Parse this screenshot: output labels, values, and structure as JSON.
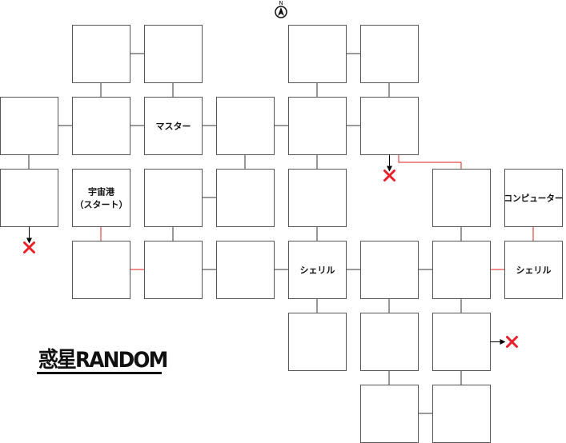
{
  "title": "惑星RANDOM",
  "compass": {
    "label": "N",
    "icon": "compass-north-icon"
  },
  "rooms": [
    {
      "id": "r1",
      "label": ""
    },
    {
      "id": "r2",
      "label": ""
    },
    {
      "id": "r3",
      "label": ""
    },
    {
      "id": "r4",
      "label": ""
    },
    {
      "id": "r5",
      "label": ""
    },
    {
      "id": "r6",
      "label": ""
    },
    {
      "id": "r7",
      "label": "マスター"
    },
    {
      "id": "r8",
      "label": ""
    },
    {
      "id": "r9",
      "label": ""
    },
    {
      "id": "r10",
      "label": ""
    },
    {
      "id": "r11",
      "label": ""
    },
    {
      "id": "r12",
      "label": "宇宙港\n（スタート）"
    },
    {
      "id": "r13",
      "label": ""
    },
    {
      "id": "r14",
      "label": ""
    },
    {
      "id": "r15",
      "label": ""
    },
    {
      "id": "r16",
      "label": ""
    },
    {
      "id": "r17",
      "label": "コンピューター"
    },
    {
      "id": "r18",
      "label": ""
    },
    {
      "id": "r19",
      "label": ""
    },
    {
      "id": "r20",
      "label": ""
    },
    {
      "id": "r21",
      "label": "シェリル"
    },
    {
      "id": "r22",
      "label": ""
    },
    {
      "id": "r23",
      "label": ""
    },
    {
      "id": "r24",
      "label": "シェリル"
    },
    {
      "id": "r25",
      "label": ""
    },
    {
      "id": "r26",
      "label": ""
    },
    {
      "id": "r27",
      "label": ""
    },
    {
      "id": "r28",
      "label": ""
    },
    {
      "id": "r29",
      "label": ""
    }
  ],
  "connections": [
    {
      "a": "r1",
      "b": "r2",
      "color": "black"
    },
    {
      "a": "r3",
      "b": "r4",
      "color": "black"
    },
    {
      "a": "r1",
      "b": "r6",
      "color": "black"
    },
    {
      "a": "r2",
      "b": "r7",
      "color": "black"
    },
    {
      "a": "r3",
      "b": "r9",
      "color": "black"
    },
    {
      "a": "r4",
      "b": "r10",
      "color": "black"
    },
    {
      "a": "r5",
      "b": "r6",
      "color": "black"
    },
    {
      "a": "r6",
      "b": "r7",
      "color": "black"
    },
    {
      "a": "r7",
      "b": "r8",
      "color": "black"
    },
    {
      "a": "r8",
      "b": "r9",
      "color": "black"
    },
    {
      "a": "r9",
      "b": "r10",
      "color": "black"
    },
    {
      "a": "r5",
      "b": "r11",
      "color": "black"
    },
    {
      "a": "r8",
      "b": "r14",
      "color": "black"
    },
    {
      "a": "r9",
      "b": "r15",
      "color": "black"
    },
    {
      "a": "r13",
      "b": "r14",
      "color": "black"
    },
    {
      "a": "r10",
      "b": "r16",
      "color": "red"
    },
    {
      "a": "r12",
      "b": "r18",
      "color": "red"
    },
    {
      "a": "r13",
      "b": "r19",
      "color": "black"
    },
    {
      "a": "r15",
      "b": "r21",
      "color": "black"
    },
    {
      "a": "r16",
      "b": "r23",
      "color": "black"
    },
    {
      "a": "r17",
      "b": "r24",
      "color": "red"
    },
    {
      "a": "r18",
      "b": "r19",
      "color": "red"
    },
    {
      "a": "r19",
      "b": "r20",
      "color": "black"
    },
    {
      "a": "r20",
      "b": "r21",
      "color": "black"
    },
    {
      "a": "r21",
      "b": "r22",
      "color": "black"
    },
    {
      "a": "r22",
      "b": "r23",
      "color": "black"
    },
    {
      "a": "r23",
      "b": "r24",
      "color": "red"
    },
    {
      "a": "r21",
      "b": "r25",
      "color": "black"
    },
    {
      "a": "r22",
      "b": "r26",
      "color": "black"
    },
    {
      "a": "r23",
      "b": "r27",
      "color": "black"
    },
    {
      "a": "r26",
      "b": "r28",
      "color": "black"
    },
    {
      "a": "r27",
      "b": "r29",
      "color": "black"
    },
    {
      "a": "r28",
      "b": "r29",
      "color": "black"
    }
  ],
  "exits": [
    {
      "from": "r11",
      "direction": "down",
      "label": "dead-end"
    },
    {
      "from": "r10",
      "direction": "down",
      "label": "dead-end"
    },
    {
      "from": "r27",
      "direction": "right",
      "label": "dead-end"
    }
  ],
  "colors": {
    "room_border": "#555555",
    "black_line": "#333333",
    "red_line": "#dd2222",
    "dead_end_mark": "#e8202a"
  }
}
